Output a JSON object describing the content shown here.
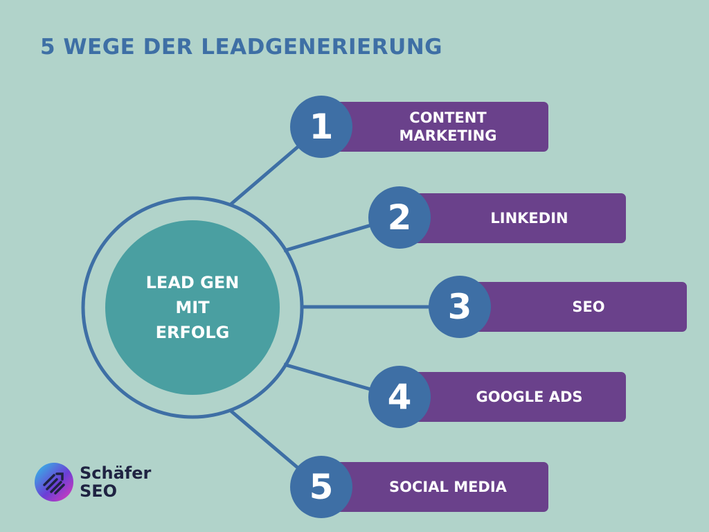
{
  "title": "5 WEGE DER LEADGENERIERUNG",
  "center": {
    "label": "LEAD GEN\nMIT\nERFOLG"
  },
  "items": [
    {
      "number": "1",
      "label": "CONTENT MARKETING"
    },
    {
      "number": "2",
      "label": "LINKEDIN"
    },
    {
      "number": "3",
      "label": "SEO"
    },
    {
      "number": "4",
      "label": "GOOGLE ADS"
    },
    {
      "number": "5",
      "label": "SOCIAL MEDIA"
    }
  ],
  "logo": {
    "line1": "Schäfer",
    "line2": "SEO"
  },
  "colors": {
    "background": "#b1d3ca",
    "title": "#3e6fa5",
    "center_fill": "#4a9fa1",
    "ring": "#3e6fa5",
    "number_circle": "#3e6fa5",
    "pill": "#6a418b"
  }
}
